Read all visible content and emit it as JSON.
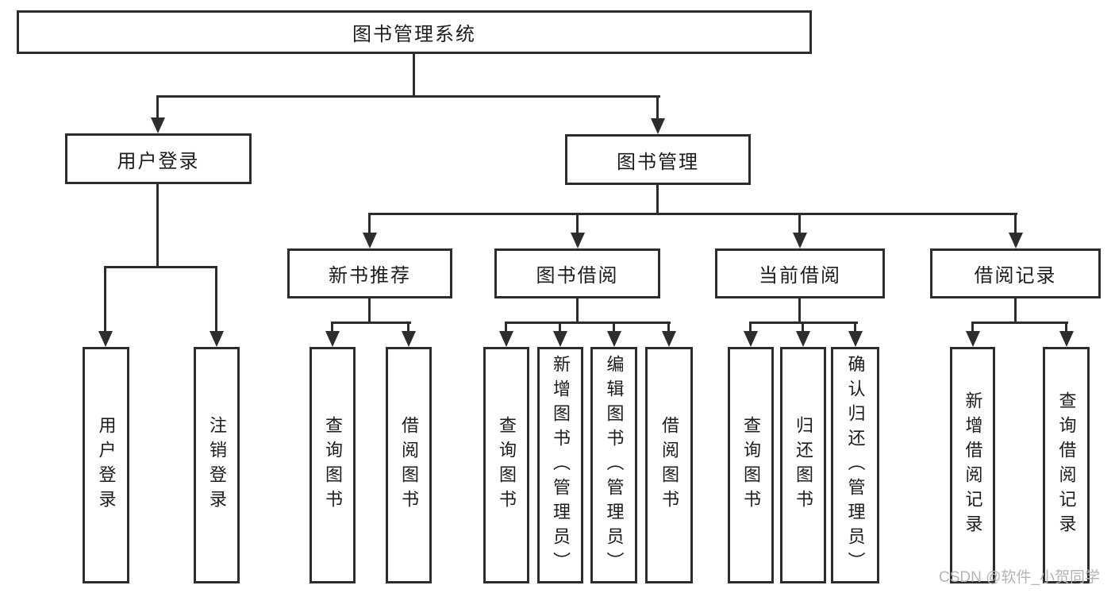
{
  "diagram": {
    "type": "hierarchy-tree",
    "root": {
      "label": "图书管理系统"
    },
    "level2": [
      {
        "id": "user-login-group",
        "label": "用户登录",
        "parent": "图书管理系统"
      },
      {
        "id": "book-management",
        "label": "图书管理",
        "parent": "图书管理系统"
      }
    ],
    "level3": [
      {
        "id": "new-book-recommend",
        "label": "新书推荐",
        "parent": "图书管理"
      },
      {
        "id": "book-borrowing",
        "label": "图书借阅",
        "parent": "图书管理"
      },
      {
        "id": "current-borrowing",
        "label": "当前借阅",
        "parent": "图书管理"
      },
      {
        "id": "borrow-records",
        "label": "借阅记录",
        "parent": "图书管理"
      }
    ],
    "leaves": [
      {
        "label": "用户登录",
        "parent": "用户登录"
      },
      {
        "label": "注销登录",
        "parent": "用户登录"
      },
      {
        "label": "查询图书",
        "parent": "新书推荐"
      },
      {
        "label": "借阅图书",
        "parent": "新书推荐"
      },
      {
        "label": "查询图书",
        "parent": "图书借阅"
      },
      {
        "label": "新增图书（管理员）",
        "parent": "图书借阅"
      },
      {
        "label": "编辑图书（管理员）",
        "parent": "图书借阅"
      },
      {
        "label": "借阅图书",
        "parent": "图书借阅"
      },
      {
        "label": "查询图书",
        "parent": "当前借阅"
      },
      {
        "label": "归还图书",
        "parent": "当前借阅"
      },
      {
        "label": "确认归还（管理员）",
        "parent": "当前借阅"
      },
      {
        "label": "新增借阅记录",
        "parent": "借阅记录"
      },
      {
        "label": "查询借阅记录",
        "parent": "借阅记录"
      }
    ],
    "colors": {
      "line": "#2d2d2d",
      "text": "#1c1c1c",
      "background": "#ffffff",
      "watermark": "#b4b4b4"
    }
  },
  "watermark": {
    "text": "CSDN @软件_小贺同学"
  }
}
